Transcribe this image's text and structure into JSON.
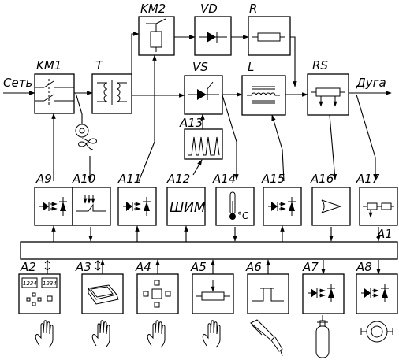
{
  "labels": {
    "mains": "Сеть",
    "arc": "Дуга",
    "km1": "KM1",
    "t": "T",
    "km2": "KM2",
    "vd": "VD",
    "r": "R",
    "vs": "VS",
    "l": "L",
    "rs": "RS",
    "a13": "A13",
    "a9": "A9",
    "a10": "A10",
    "a11": "A11",
    "a12": "A12",
    "a14": "A14",
    "a15": "A15",
    "a16": "A16",
    "a17": "A17",
    "a1": "A1",
    "a2": "A2",
    "a3": "A3",
    "a4": "A4",
    "a5": "A5",
    "a6": "A6",
    "a7": "A7",
    "a8": "A8"
  },
  "block_text": {
    "a12": "ШИМ",
    "a14_unit": "°C",
    "a2_display_1": "1234",
    "a2_display_2": "1234"
  },
  "icons": [
    "hand-icon",
    "hand-icon",
    "hand-icon",
    "hand-icon",
    "welding-torch-icon",
    "gas-cylinder-icon",
    "wire-feed-motor-icon"
  ]
}
